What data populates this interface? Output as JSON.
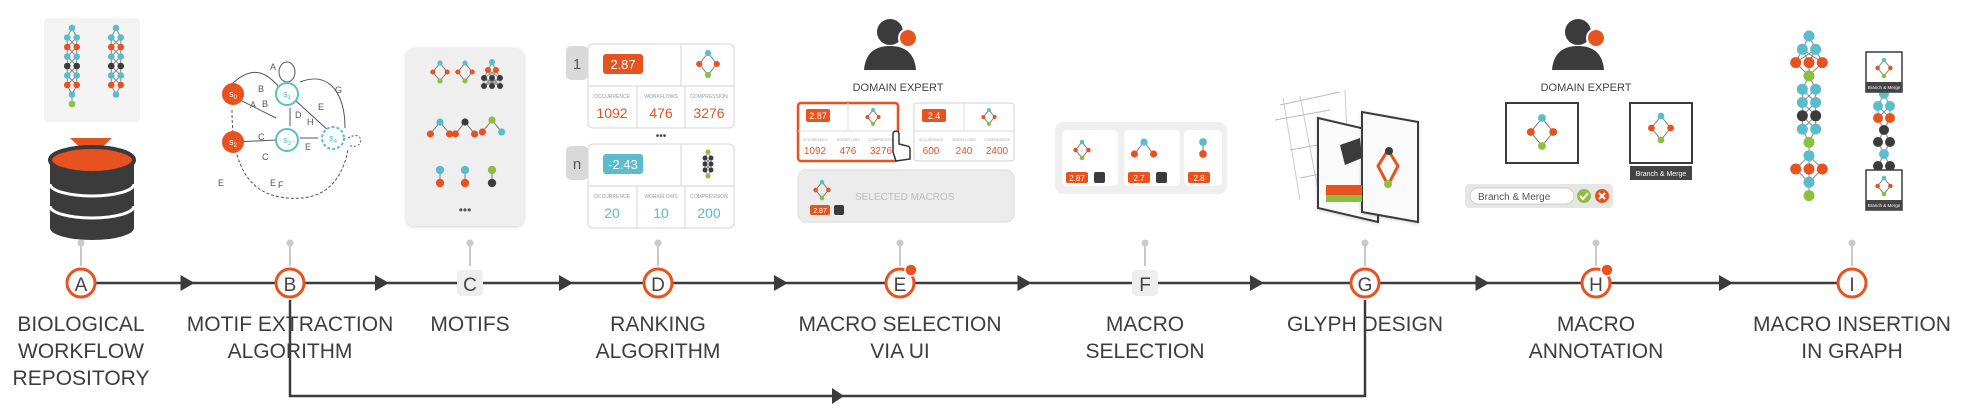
{
  "colors": {
    "accent": "#e8521f",
    "teal": "#5bbccb",
    "green": "#8cbf3f",
    "dark": "#3b3b3b",
    "grey": "#9a9a9a",
    "panel": "#efefef"
  },
  "steps": [
    {
      "letter": "A",
      "lines": [
        "BIOLOGICAL",
        "WORKFLOW",
        "REPOSITORY"
      ],
      "highlighted": true,
      "user": false
    },
    {
      "letter": "B",
      "lines": [
        "MOTIF EXTRACTION",
        "ALGORITHM"
      ],
      "highlighted": true,
      "user": false
    },
    {
      "letter": "C",
      "lines": [
        "MOTIFS"
      ],
      "highlighted": false,
      "user": false
    },
    {
      "letter": "D",
      "lines": [
        "RANKING",
        "ALGORITHM"
      ],
      "highlighted": true,
      "user": false
    },
    {
      "letter": "E",
      "lines": [
        "MACRO SELECTION",
        "VIA UI"
      ],
      "highlighted": true,
      "user": true
    },
    {
      "letter": "F",
      "lines": [
        "MACRO",
        "SELECTION"
      ],
      "highlighted": false,
      "user": false
    },
    {
      "letter": "G",
      "lines": [
        "GLYPH DESIGN"
      ],
      "highlighted": true,
      "user": false
    },
    {
      "letter": "H",
      "lines": [
        "MACRO",
        "ANNOTATION"
      ],
      "highlighted": true,
      "user": true
    },
    {
      "letter": "I",
      "lines": [
        "MACRO INSERTION",
        "IN GRAPH"
      ],
      "highlighted": true,
      "user": false
    }
  ],
  "automaton": {
    "states": [
      "S0",
      "S1",
      "S2",
      "S3",
      "S4"
    ],
    "edge_labels": [
      "A",
      "B",
      "B",
      "C",
      "C",
      "D",
      "E",
      "E",
      "E",
      "F",
      "G",
      "H",
      "A",
      "E"
    ]
  },
  "ranking": {
    "rows": [
      {
        "rank": "1",
        "score": "2.87",
        "occurrence": "1092",
        "workflows": "476",
        "compression": "3276",
        "style": "accent"
      },
      {
        "rank": "n",
        "score": "-2.43",
        "occurrence": "20",
        "workflows": "10",
        "compression": "200",
        "style": "teal"
      }
    ],
    "col_labels": [
      "OCCURRENCE",
      "WORKFLOWS",
      "COMPRESSION"
    ],
    "ellipsis": "•••"
  },
  "motifs_ellipsis": "•••",
  "expert_label_e": "DOMAIN EXPERT",
  "expert_label_h": "DOMAIN EXPERT",
  "selection_ui": {
    "cards": [
      {
        "score": "2.87",
        "occurrence": "1092",
        "workflows": "476",
        "compression": "3276"
      },
      {
        "score": "2.4",
        "occurrence": "600",
        "workflows": "240",
        "compression": "2400"
      }
    ],
    "selected_label": "SELECTED MACROS",
    "selected_score": "2.87"
  },
  "macro_selection": {
    "scores": [
      "2.87",
      "2.7",
      "2.8"
    ]
  },
  "annotation": {
    "input_value": "Branch & Merge",
    "tag_label": "Branch & Merge"
  },
  "insertion": {
    "tag_label": "Branch & Merge"
  }
}
